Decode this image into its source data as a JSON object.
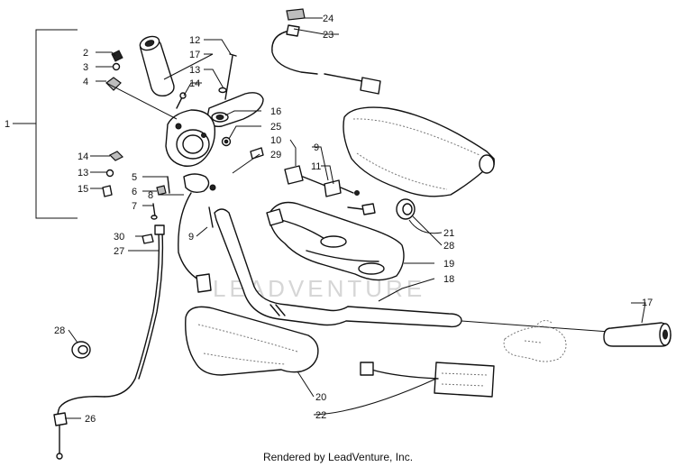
{
  "diagram": {
    "watermark": "LEADVENTURE",
    "footer": "Rendered by LeadVenture, Inc.",
    "callouts": [
      "1",
      "2",
      "3",
      "4",
      "12",
      "17",
      "13",
      "14",
      "24",
      "23",
      "16",
      "25",
      "10",
      "9",
      "11",
      "29",
      "14",
      "13",
      "15",
      "5",
      "6",
      "7",
      "8",
      "9",
      "30",
      "27",
      "28",
      "21",
      "28",
      "19",
      "18",
      "17",
      "20",
      "22",
      "26"
    ]
  }
}
